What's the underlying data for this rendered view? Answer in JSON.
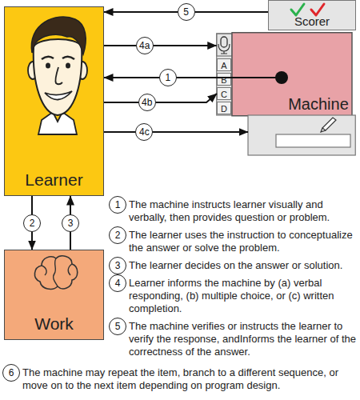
{
  "diagram": {
    "nodes": [
      {
        "text": [
          "Learner"
        ]
      },
      {
        "text": [
          "Scorer"
        ]
      },
      {
        "text": [
          "Machine"
        ]
      },
      {
        "text": [
          "A"
        ],
        "in": 2
      },
      {
        "text": [
          "B"
        ],
        "in": 2
      },
      {
        "text": [
          "C"
        ],
        "in": 2
      },
      {
        "text": [
          "D"
        ],
        "in": 2
      },
      {
        "text": [
          "Work"
        ]
      }
    ],
    "edges": [
      {
        "from": 1,
        "to": 0,
        "arrow": "to",
        "label": "5"
      },
      {
        "from": 0,
        "to": 2,
        "arrow": "to",
        "label": "4a"
      },
      {
        "from": 2,
        "to": 0,
        "arrow": "to",
        "label": "1"
      },
      {
        "from": 0,
        "to": 5,
        "arrow": "to",
        "label": "4b"
      },
      {
        "from": 0,
        "to": 2,
        "arrow": "to",
        "label": "4c"
      },
      {
        "from": 0,
        "to": 7,
        "arrow": "to",
        "label": "2"
      },
      {
        "from": 7,
        "to": 0,
        "arrow": "to",
        "label": "3"
      }
    ],
    "labels": [
      "1",
      "The machine instructs learner visually and verbally, then provides question or problem.",
      "2",
      "The learner uses the instruction to conceptualize the answer or solve the problem.",
      "3",
      "The learner decides on the answer or solution.",
      "4",
      "Learner informs the machine by (a) verbal responding, (b) multiple choice, or (c) written completion.",
      "5",
      "The machine verifies or instructs the learner to verify the response, andInforms the learner of the correctness of the answer.",
      "6",
      "The machine may repeat the item, branch to a different sequence, or move on to the next item depending on program design."
    ]
  }
}
